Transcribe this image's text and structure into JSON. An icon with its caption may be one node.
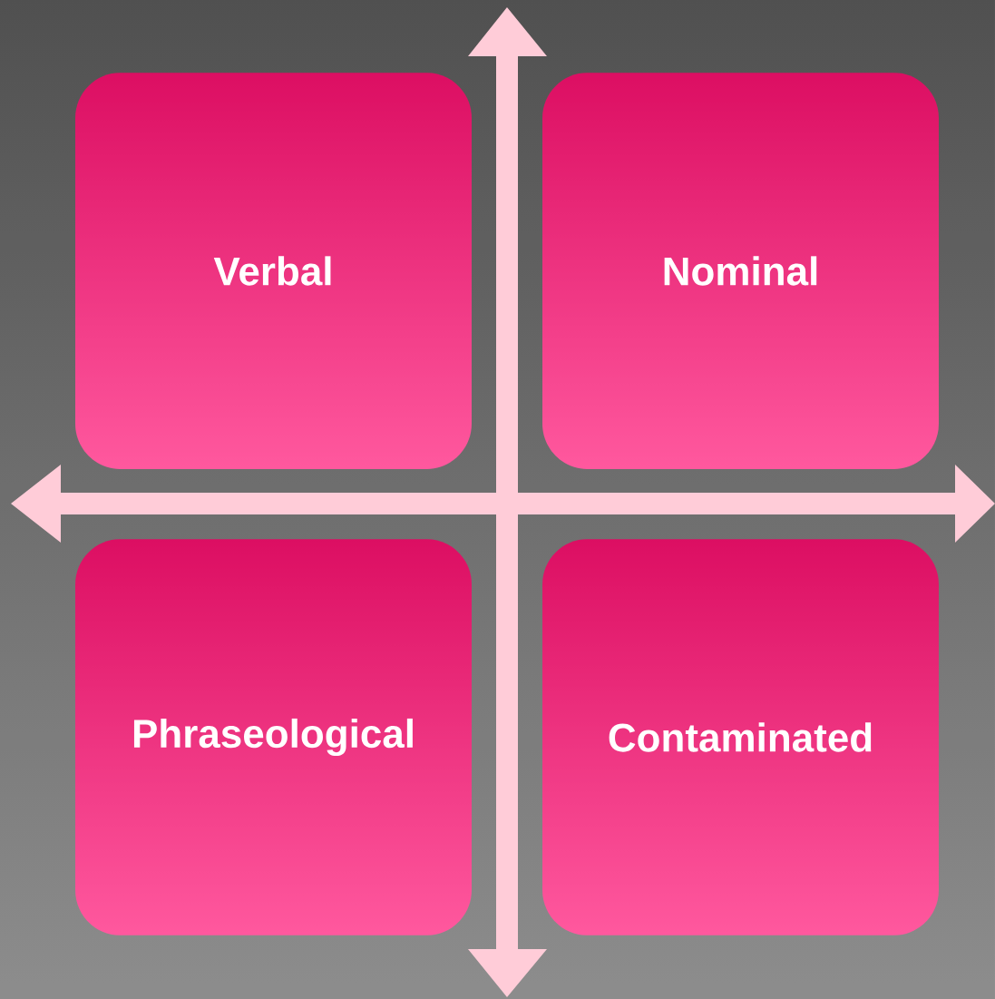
{
  "diagram": {
    "nodes": [
      {
        "text": [
          "Verbal"
        ]
      },
      {
        "text": [
          "Nominal"
        ]
      },
      {
        "text": [
          "Phraseological"
        ]
      },
      {
        "text": [
          "Contaminated"
        ]
      }
    ]
  }
}
